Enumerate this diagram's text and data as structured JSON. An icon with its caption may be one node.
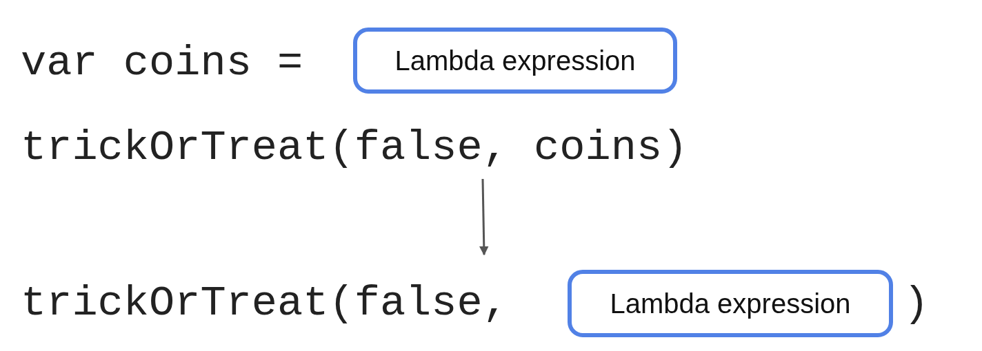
{
  "diagram": {
    "nodes": [
      {
        "text": [
          "Lambda expression"
        ]
      },
      {
        "text": [
          "trickOrTreat(false, coins)"
        ]
      },
      {
        "text": [
          "trickOrTreat(false,"
        ]
      },
      {
        "text": [
          "Lambda expression"
        ]
      }
    ],
    "edges": [
      {
        "from": 1,
        "to": 2,
        "arrow": "to"
      }
    ],
    "labels": [
      "var coins =",
      ")"
    ]
  }
}
